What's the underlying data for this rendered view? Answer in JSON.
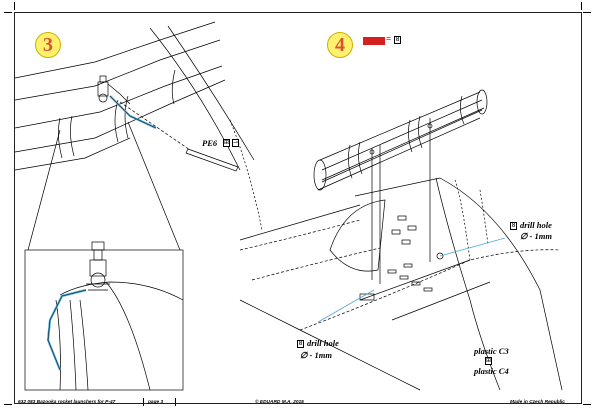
{
  "steps": {
    "step3": {
      "number": "3"
    },
    "step4": {
      "number": "4",
      "legend_equals": "="
    }
  },
  "callouts": {
    "pe6": {
      "text": "PE6",
      "icon_a": "⊞",
      "icon_b": "⇀"
    },
    "drill_right": {
      "text": "drill hole",
      "diameter": "∅ - 1mm",
      "icon": "8"
    },
    "drill_left": {
      "text": "drill hole",
      "diameter": "∅ - 1mm",
      "icon": "8"
    },
    "plastic_c3": {
      "text": "plastic C3"
    },
    "plastic_c4": {
      "text": "plastic C4",
      "icon": "⊞"
    }
  },
  "footer": {
    "product": "632 083  Bazooka rocket launchers for P-47",
    "page": "page 3",
    "copyright": "© EDUARD  M.A. 2015",
    "origin": "Made in Czech Republic"
  },
  "colors": {
    "pe_part": "#4fa8d8",
    "step_fill": "#fff06e",
    "step_text": "#d9552a",
    "legend_red": "#d61f1f",
    "line": "#000000"
  }
}
